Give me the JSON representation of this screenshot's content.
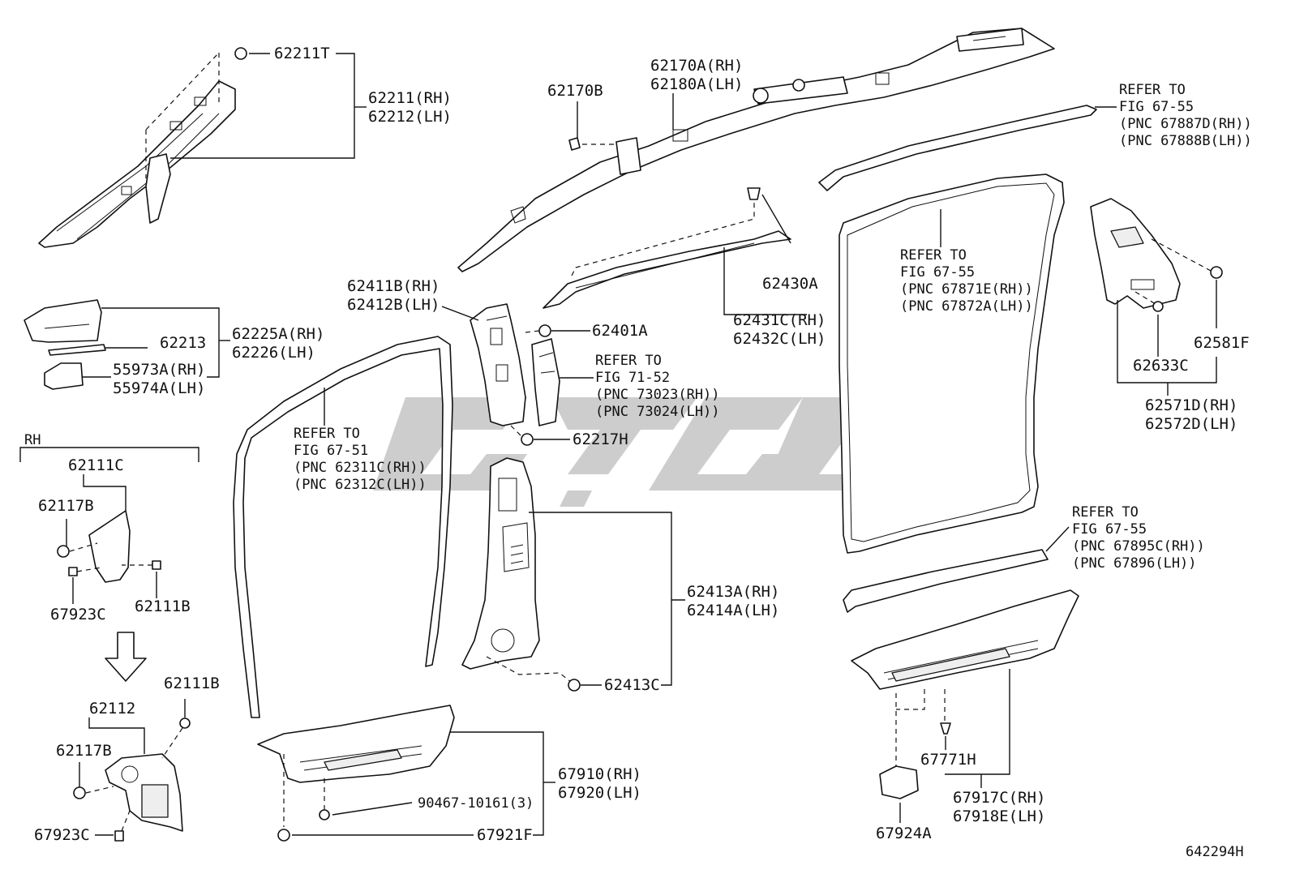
{
  "parts": {
    "p62211T": "62211T",
    "p62211": "62211(RH)",
    "p62212": "62212(LH)",
    "p62170B": "62170B",
    "p62170A": "62170A(RH)",
    "p62180A": "62180A(LH)",
    "p62213": "62213",
    "p62225A": "62225A(RH)",
    "p62226": "62226(LH)",
    "p55973A": "55973A(RH)",
    "p55974A": "55974A(LH)",
    "p62411B": "62411B(RH)",
    "p62412B": "62412B(LH)",
    "p62401A": "62401A",
    "p62430A": "62430A",
    "p62431C": "62431C(RH)",
    "p62432C": "62432C(LH)",
    "p62217H": "62217H",
    "p62111C": "62111C",
    "p62117B_a": "62117B",
    "p67923C_a": "67923C",
    "p62111B_a": "62111B",
    "p62111B_b": "62111B",
    "p62112": "62112",
    "p62117B_b": "62117B",
    "p67923C_b": "67923C",
    "p62413A": "62413A(RH)",
    "p62414A": "62414A(LH)",
    "p62413C": "62413C",
    "p67910": "67910(RH)",
    "p67920": "67920(LH)",
    "p90467": "90467-10161(3)",
    "p67921F": "67921F",
    "p62581F": "62581F",
    "p62633C": "62633C",
    "p62571D": "62571D(RH)",
    "p62572D": "62572D(LH)",
    "p67771H": "67771H",
    "p67917C": "67917C(RH)",
    "p67918E": "67918E(LH)",
    "p67924A": "67924A"
  },
  "refs": {
    "r1": [
      "REFER TO",
      "FIG 67-55",
      "(PNC 67887D(RH))",
      "(PNC 67888B(LH))"
    ],
    "r2": [
      "REFER TO",
      "FIG 67-55",
      "(PNC 67871E(RH))",
      "(PNC 67872A(LH))"
    ],
    "r3": [
      "REFER TO",
      "FIG 71-52",
      "(PNC 73023(RH))",
      "(PNC 73024(LH))"
    ],
    "r4": [
      "REFER TO",
      "FIG 67-51",
      "(PNC 62311C(RH))",
      "(PNC 62312C(LH))"
    ],
    "r5": [
      "REFER TO",
      "FIG 67-55",
      "(PNC 67895C(RH))",
      "(PNC 67896(LH))"
    ]
  },
  "side_label": "RH",
  "figure_id": "642294H",
  "watermark": "ZGC",
  "colors": {
    "ink": "#111111",
    "watermark": "#c8c8c8"
  }
}
